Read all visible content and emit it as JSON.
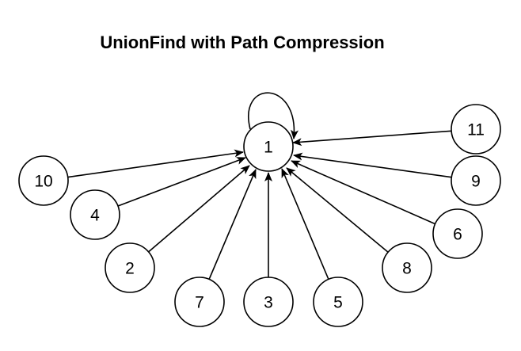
{
  "diagram": {
    "title": "UnionFind with Path Compression",
    "root": {
      "id": "1",
      "label": "1"
    },
    "self_loop": {
      "from": "1",
      "to": "1"
    },
    "nodes": [
      {
        "id": "11",
        "label": "11"
      },
      {
        "id": "9",
        "label": "9"
      },
      {
        "id": "6",
        "label": "6"
      },
      {
        "id": "8",
        "label": "8"
      },
      {
        "id": "5",
        "label": "5"
      },
      {
        "id": "3",
        "label": "3"
      },
      {
        "id": "7",
        "label": "7"
      },
      {
        "id": "2",
        "label": "2"
      },
      {
        "id": "4",
        "label": "4"
      },
      {
        "id": "10",
        "label": "10"
      }
    ],
    "edges": [
      {
        "from": "11",
        "to": "1"
      },
      {
        "from": "9",
        "to": "1"
      },
      {
        "from": "6",
        "to": "1"
      },
      {
        "from": "8",
        "to": "1"
      },
      {
        "from": "5",
        "to": "1"
      },
      {
        "from": "3",
        "to": "1"
      },
      {
        "from": "7",
        "to": "1"
      },
      {
        "from": "2",
        "to": "1"
      },
      {
        "from": "4",
        "to": "1"
      },
      {
        "from": "10",
        "to": "1"
      }
    ],
    "colors": {
      "stroke": "#000000",
      "fill": "#ffffff",
      "text": "#000000"
    }
  }
}
